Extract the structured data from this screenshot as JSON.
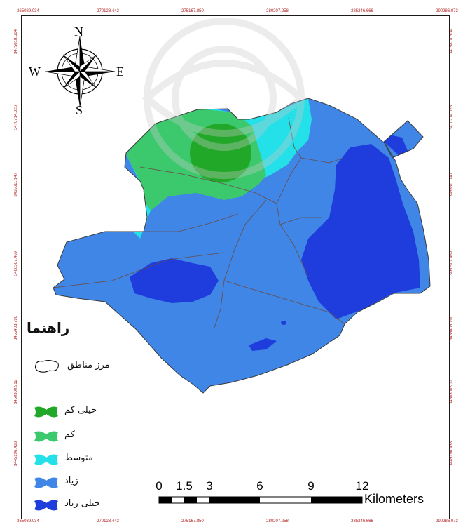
{
  "legend": {
    "title": "راهنما",
    "boundary_label": "مرز مناطق",
    "classes": [
      {
        "label": "خیلی کم",
        "color": "#22a829"
      },
      {
        "label": "کم",
        "color": "#3cc96e"
      },
      {
        "label": "متوسط",
        "color": "#24e0e8"
      },
      {
        "label": "زیاد",
        "color": "#3f86e6"
      },
      {
        "label": "خیلی زیاد",
        "color": "#1f3ddd"
      }
    ]
  },
  "compass": {
    "n": "N",
    "s": "S",
    "e": "E",
    "w": "W"
  },
  "scale_bar": {
    "ticks": [
      "0",
      "1.5",
      "3",
      "6",
      "9",
      "12"
    ],
    "unit": "Kilometers"
  },
  "grid_labels": {
    "top": [
      "265089.034",
      "270128.442",
      "275167.850",
      "280207.258",
      "285246.666",
      "290286.073"
    ],
    "bottom": [
      "265089.034",
      "270128.442",
      "275167.850",
      "280207.258",
      "285246.666",
      "290286.073"
    ],
    "left": [
      "3475818.604",
      "3470714.026",
      "3465611.147",
      "3460507.469",
      "3455403.790",
      "3450300.912",
      "3445196.433"
    ],
    "right": [
      "3475818.604",
      "3470714.026",
      "3465611.147",
      "3460507.469",
      "3455403.790",
      "3450300.912",
      "3445196.433"
    ]
  }
}
